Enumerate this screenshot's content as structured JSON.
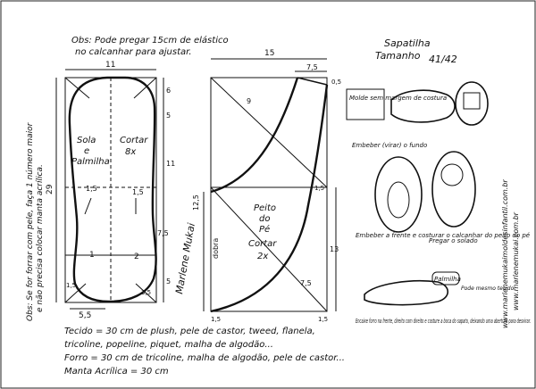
{
  "note_top": {
    "line1": "Obs: Pode pregar 15cm de elástico",
    "line2": "no calcanhar para ajustar."
  },
  "title": {
    "line1": "Sapatilha",
    "line2": "Tamanho",
    "size": "41/42"
  },
  "side_note": {
    "line1": "Obs: Se for forrar com pele, faça 1 número maior",
    "line2": "e não precisa colocar manta acrílica."
  },
  "sole_piece": {
    "label_left_1": "Sola",
    "label_left_2": "e",
    "label_left_3": "Palmilha",
    "label_right_1": "Cortar",
    "label_right_2": "8x",
    "dim_top": "11",
    "dim_height": "29",
    "dim_bottom": "5,5",
    "dim_r1": "6",
    "dim_r2": "5",
    "dim_r3": "11",
    "dim_r4": "7,5",
    "dim_r5": "5",
    "dim_mid_l": "1,5",
    "dim_mid_r": "1,5",
    "dim_corner": "1,5",
    "dim_corner2": "3,5",
    "mark_1": "1",
    "mark_2": "2"
  },
  "upper_piece": {
    "label_1": "Peito",
    "label_2": "do",
    "label_3": "Pé",
    "label_4": "Cortar",
    "label_5": "2x",
    "dim_top": "15",
    "dim_top_right": "7,5",
    "dim_corner": "0,5",
    "dim_diag1": "9",
    "dim_diag2": "1,5",
    "dim_left": "12,5",
    "dim_right": "13",
    "dim_diag3": "7,5",
    "dim_bottom_left": "1,5",
    "dim_bottom_right": "1,5",
    "fold_label": "dobra"
  },
  "signature": "Marlene Mukai",
  "steps": {
    "mold_label": "Molde sem margem de costura",
    "glue_label": "Embeber (virar) o fundo",
    "step1": "Embeber a frente e costurar o calcanhar do peito do pé",
    "step2": "Pregar o solado",
    "step3": "Encaixe forro na frente, direito com direito e costure a boca do sapato, deixando uma abertura para desvirar.",
    "palmilha": "Palmilha",
    "palmilha_note": "Pode mesmo tecido"
  },
  "materials": {
    "line1": "Tecido = 30 cm de plush, pele de castor, tweed, flanela,",
    "line2": "tricoline, popeline, piquet, malha de algodão...",
    "line3": "Forro = 30 cm de tricoline, malha de algodão, pele de castor...",
    "line4": "Manta Acrílica = 30 cm"
  },
  "watermark": {
    "line1": "www.marlenemukaimoldesinfantil.com.br",
    "line2": "www.marlenemukai.com.br"
  }
}
